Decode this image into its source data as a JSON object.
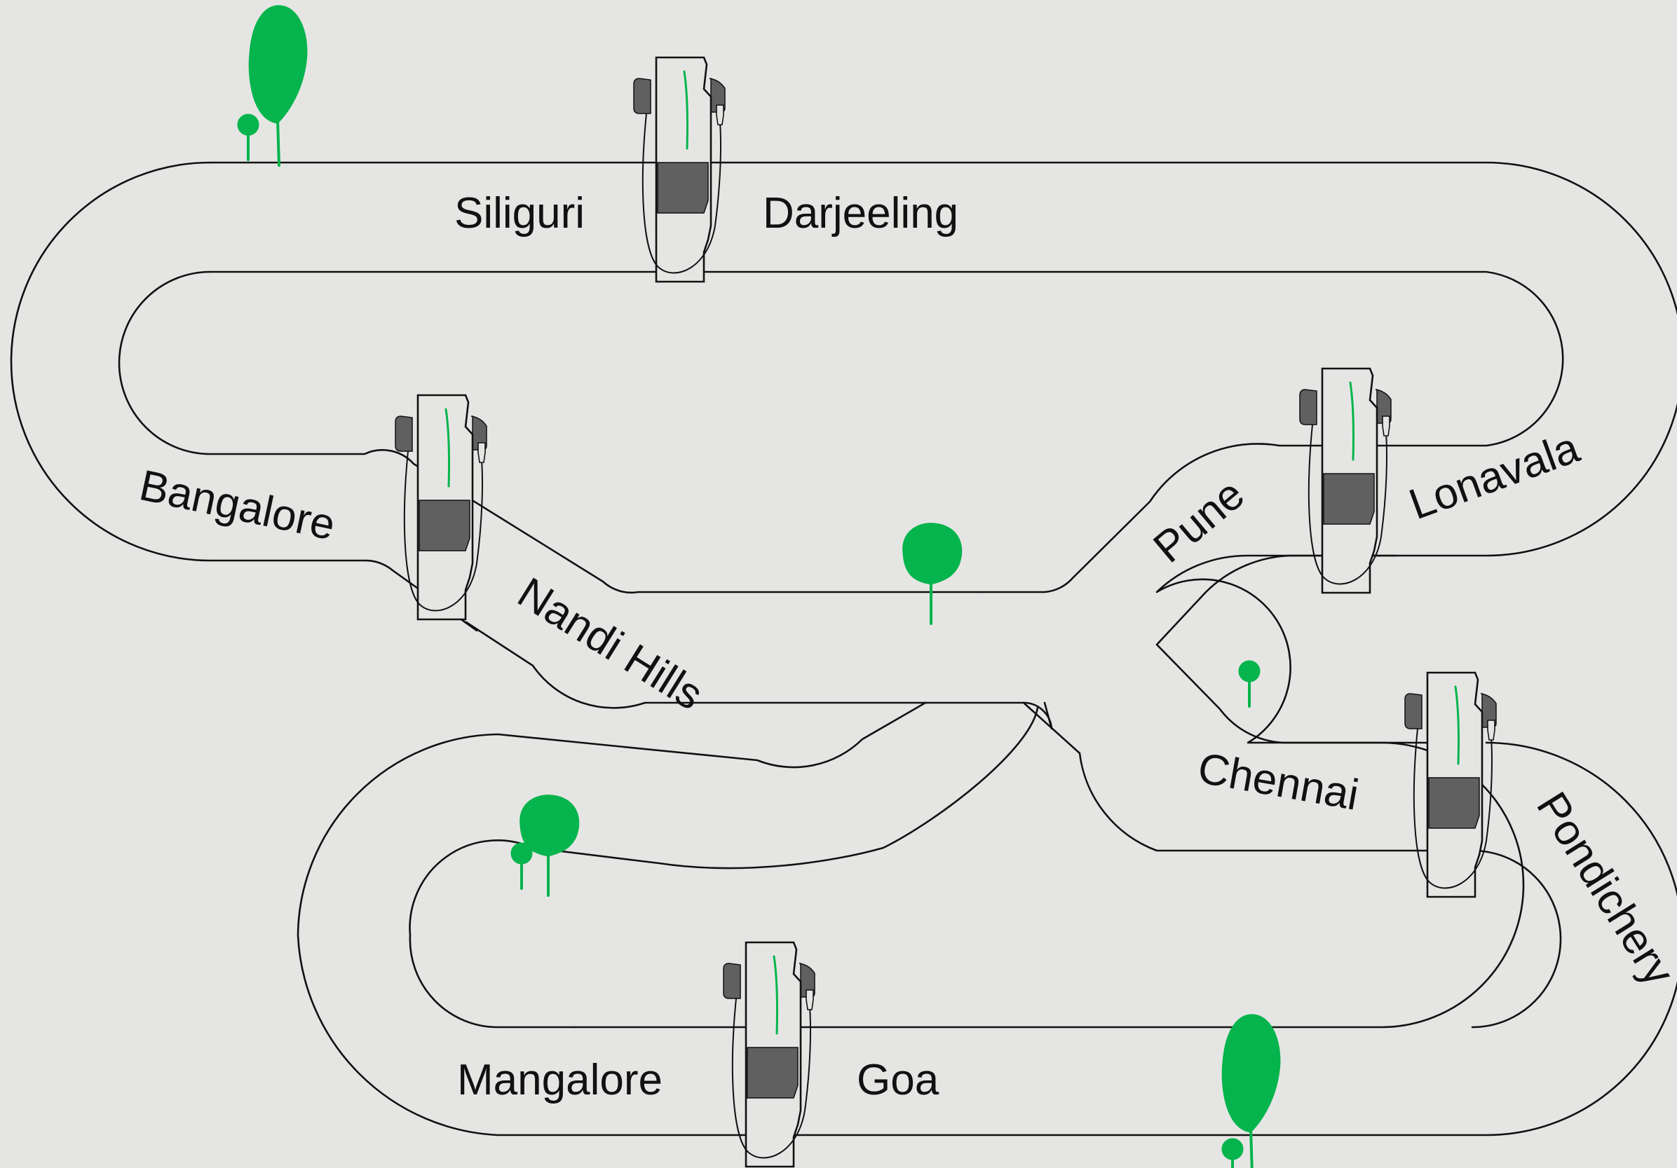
{
  "map": {
    "road_color": "#111111",
    "tree_color": "#05b44c",
    "station_panel_color": "#5f605f",
    "background_color": "#e5e6e4",
    "icons": [
      "charging-station-icon",
      "tree-icon"
    ]
  },
  "cities": {
    "siliguri": "Siliguri",
    "darjeeling": "Darjeeling",
    "bangalore": "Bangalore",
    "nandi_hills": "Nandi Hills",
    "pune": "Pune",
    "lonavala": "Lonavala",
    "chennai": "Chennai",
    "pondicherry": "Pondichery",
    "mangalore": "Mangalore",
    "goa": "Goa"
  }
}
